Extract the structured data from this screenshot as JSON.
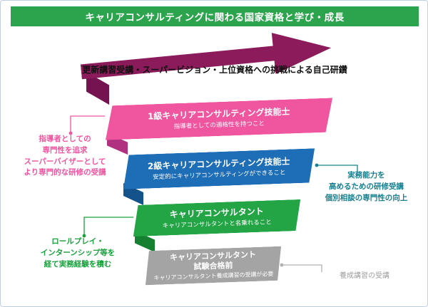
{
  "header": {
    "title": "キャリアコンサルティングに関わる国家資格と学び・成長",
    "bg_color": "#2ca44d"
  },
  "arrow": {
    "label": "更新講習受講・スーパービジョン・上位資格への挑戦による自己研鑽",
    "color": "#8b1b5a"
  },
  "levels": [
    {
      "title": "1級キャリアコンサルティング技能士",
      "subtitle": "指導者としての適格性を持つこと",
      "color": "#f0559f",
      "fold_color": "#b13181"
    },
    {
      "title": "2級キャリアコンサルティング技能士",
      "subtitle": "安定的にキャリアコンサルティングができること",
      "color": "#1d6db7",
      "fold_color": "#14528c"
    },
    {
      "title": "キャリアコンサルタント",
      "subtitle": "キャリアコンサルタントと名乗れること",
      "color": "#23a546",
      "fold_color": "#158030"
    },
    {
      "title": "キャリアコンサルタント\n試験合格前",
      "subtitle": "キャリアコンサルタント養成講習の受講が必要",
      "color": "#a4a4a4",
      "fold_color": "#838383"
    }
  ],
  "annotations": {
    "supervisor": {
      "text": "指導者としての\n専門性を追求\nスーパーバイザーとして\nより専門的な研修の受講",
      "color": "#f0549f"
    },
    "practical": {
      "text": "実務能力を\n高めるための研修受講\n個別相談の専門性の向上",
      "color": "#18808f"
    },
    "roleplay": {
      "text": "ロールプレイ・\nインターンシップ等を\n経て実務経験を積む",
      "color": "#17a23b"
    },
    "training": {
      "text": "養成講習の受講",
      "color": "#9f9f9f"
    }
  }
}
